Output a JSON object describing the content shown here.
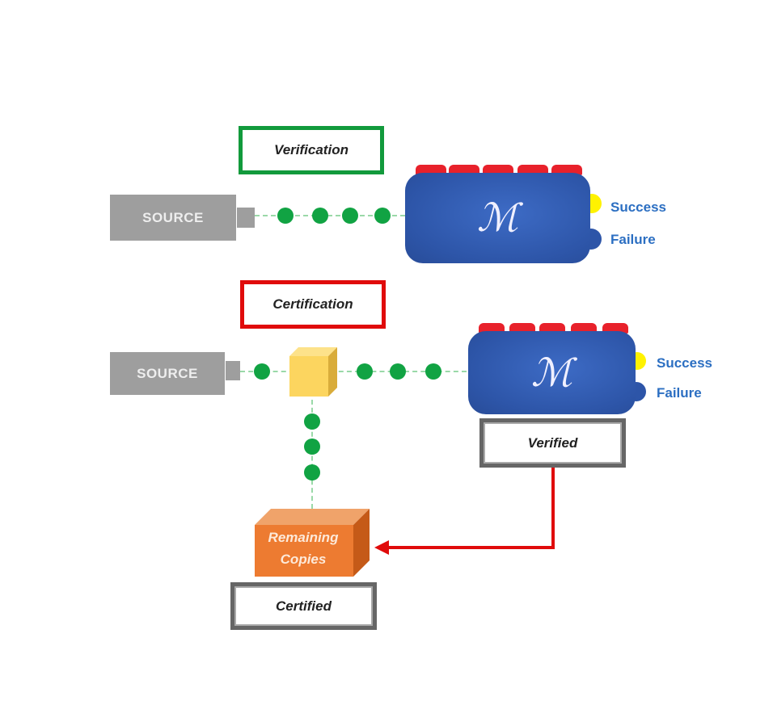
{
  "diagram": {
    "verification": {
      "title": "Verification",
      "source_label": "SOURCE",
      "machine_logo": "ℳ",
      "outputs": [
        "Success",
        "Failure"
      ]
    },
    "certification": {
      "title": "Certification",
      "source_label": "SOURCE",
      "machine_logo": "ℳ",
      "outputs": [
        "Success",
        "Failure"
      ],
      "verified_label": "Verified",
      "remaining_line1": "Remaining",
      "remaining_line2": "Copies",
      "certified_label": "Certified"
    },
    "colors": {
      "verification_border": "#129a3c",
      "certification_border": "#e00b0b",
      "machine": "#2d55a8",
      "connector_dots": "#11a343",
      "arrow": "#e00b0b",
      "status_text": "#2c6fc2"
    }
  }
}
